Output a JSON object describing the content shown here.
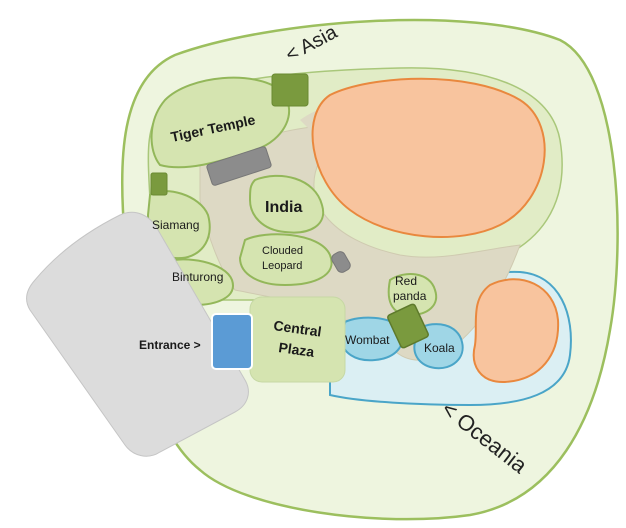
{
  "labels": {
    "asia": "< Asia",
    "oceania": "< Oceania",
    "tiger_temple": "Tiger Temple",
    "india": "India",
    "siamang": "Siamang",
    "binturong": "Binturong",
    "clouded_leopard_1": "Clouded",
    "clouded_leopard_2": "Leopard",
    "red_panda_1": "Red",
    "red_panda_2": "panda",
    "wombat": "Wombat",
    "koala": "Koala",
    "central_plaza_1": "Central",
    "central_plaza_2": "Plaza",
    "entrance": "Entrance >"
  },
  "colors": {
    "zoo_grounds_fill": "#eef5df",
    "zoo_grounds_stroke": "#9cbf5e",
    "asia_fill": "#e1ecc6",
    "path_fill": "#ddd9c4",
    "exhibit_fill": "#d5e4b0",
    "exhibit_stroke": "#93b75a",
    "building_green": "#7a9a3e",
    "building_gray": "#8c8c8c",
    "water_fill": "#9fd6e6",
    "water_stroke": "#4aa5c8",
    "orange_fill": "#f8c49e",
    "orange_stroke": "#e9883e",
    "entrance_blue": "#5b9bd5",
    "parking_gray": "#dcdcdc"
  }
}
